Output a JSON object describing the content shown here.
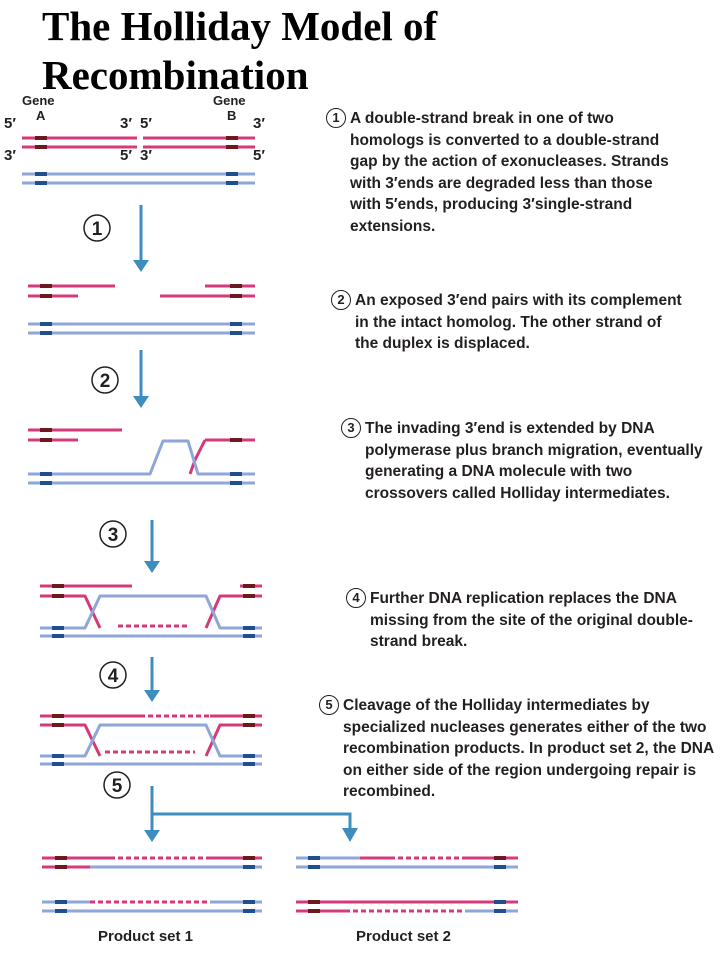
{
  "title": "The Holliday Model of Recombination",
  "labels": {
    "gene_a": "Gene\nA",
    "gene_b": "Gene\nB",
    "end5": "5′",
    "end3": "3′"
  },
  "steps": [
    {
      "num": "1",
      "text": "A double-strand break in one of two homologs is converted to a double-strand gap by the action of exonucleases. Strands with 3′ends are degraded less than those with 5′ends, producing 3′single-strand extensions."
    },
    {
      "num": "2",
      "text": "An exposed 3′end pairs with its complement in the intact homolog. The other strand of the duplex is displaced."
    },
    {
      "num": "3",
      "text": "The invading 3′end is extended by DNA polymerase plus branch migration, eventually generating a DNA molecule with two crossovers called Holliday intermediates."
    },
    {
      "num": "4",
      "text": "Further DNA replication replaces the DNA missing from the site of the original double-strand break."
    },
    {
      "num": "5",
      "text": "Cleavage of the Holliday intermediates by specialized nucleases generates either of the two recombination products. In product set 2, the DNA on either side of the region undergoing repair is recombined."
    }
  ],
  "products": {
    "set1": "Product set 1",
    "set2": "Product set 2"
  },
  "colors": {
    "pink": "#d6397a",
    "blue": "#8ea6d8",
    "dark_red": "#6b1a1f",
    "dark_blue": "#1f4f8f",
    "arrow": "#3e8dbf"
  }
}
